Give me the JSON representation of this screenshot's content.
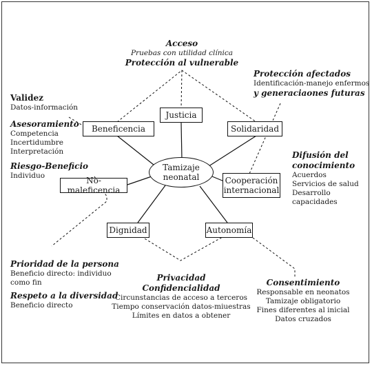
{
  "center": {
    "line1": "Tamizaje",
    "line2": "neonatal"
  },
  "principles": {
    "justicia": "Justicia",
    "beneficencia": "Beneficencia",
    "solidaridad": "Solidaridad",
    "no_maleficencia": "No-maleficencia",
    "cooperacion_line1": "Cooperación",
    "cooperacion_line2": "internacional",
    "dignidad": "Dignidad",
    "autonomia": "Autonomía"
  },
  "annotations": {
    "acceso": {
      "title": "Acceso",
      "sub": "Pruebas con utilidad clínica",
      "title2": "Protección al vulnerable"
    },
    "proteccion": {
      "title": "Protección afectados",
      "sub": "Identificación-manejo enfermos",
      "title2": "y generaciaones futuras"
    },
    "validez": {
      "title": "Validez",
      "sub": "Datos-información"
    },
    "asesoramiento": {
      "title": "Asesoramiento",
      "items": [
        "Competencia",
        "Incertidumbre",
        "Interpretación"
      ]
    },
    "riesgo": {
      "title": "Riesgo-Beneficio",
      "sub": "Individuo"
    },
    "difusion": {
      "title_line1": "Difusión del",
      "title_line2": "conocimiento",
      "items": [
        "Acuerdos",
        "Servicios de salud",
        "Desarrollo",
        "capacidades"
      ]
    },
    "prioridad": {
      "title": "Prioridad de la persona",
      "sub_line1": "Beneficio directo: individuo",
      "sub_line2": "como fin"
    },
    "respeto": {
      "title": "Respeto a la diversidad",
      "sub": "Beneficio directo"
    },
    "privacidad": {
      "title_line1": "Privacidad",
      "title_line2": "Confidencialidad",
      "items": [
        "Circunstancias de acceso a terceros",
        "Tiempo conservación datos-miuestras",
        "Límites en datos a obtener"
      ]
    },
    "consentimiento": {
      "title": "Consentimiento",
      "items": [
        "Responsable en neonatos",
        "Tamizaje obligatorio",
        "Fines diferentes al inicial",
        "Datos cruzados"
      ]
    }
  }
}
